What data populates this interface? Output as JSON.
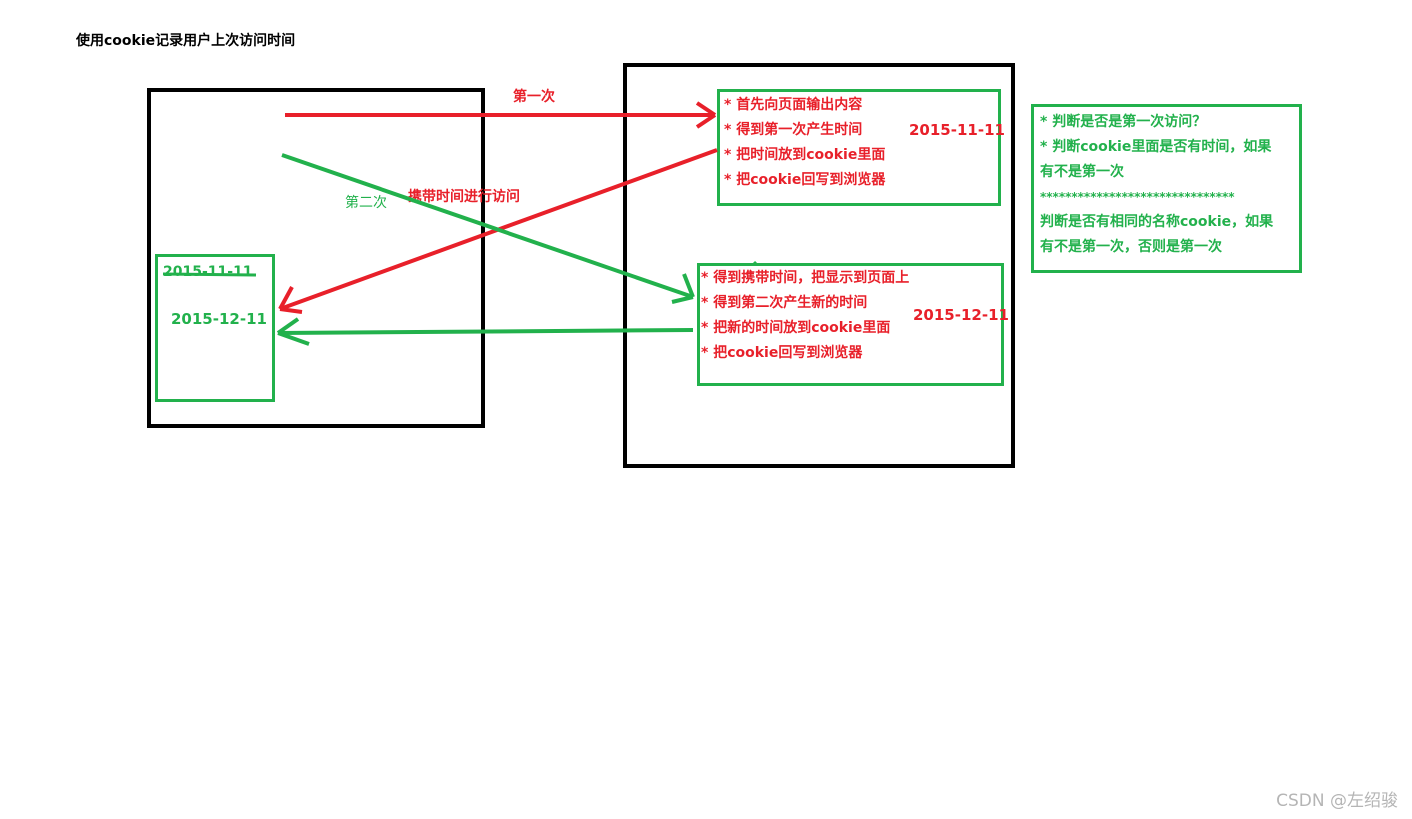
{
  "title": "使用cookie记录用户上次访问时间",
  "labels": {
    "first_visit": "第一次",
    "second_visit": "第二次",
    "carry_time": "携带时间进行访问"
  },
  "client": {
    "old_date": "2015-11-11",
    "new_date": "2015-12-11"
  },
  "server_first": {
    "steps": [
      "* 首先向页面输出内容",
      "* 得到第一次产生时间",
      "* 把时间放到cookie里面",
      "* 把cookie回写到浏览器"
    ],
    "date": "2015-11-11"
  },
  "server_second": {
    "steps": [
      "* 得到携带时间，把显示到页面上",
      "* 得到第二次产生新的时间",
      "* 把新的时间放到cookie里面",
      "* 把cookie回写到浏览器"
    ],
    "date": "2015-12-11"
  },
  "logic_note": {
    "lines": [
      "* 判断是否是第一次访问？",
      "* 判断cookie里面是否有时间，如果",
      "有不是第一次",
      "*******************************",
      "判断是否有相同的名称cookie，如果",
      "有不是第一次，否则是第一次"
    ]
  },
  "watermark": "CSDN @左绍骏",
  "colors": {
    "red": "#e8202a",
    "green": "#22b14c",
    "black": "#000000"
  }
}
